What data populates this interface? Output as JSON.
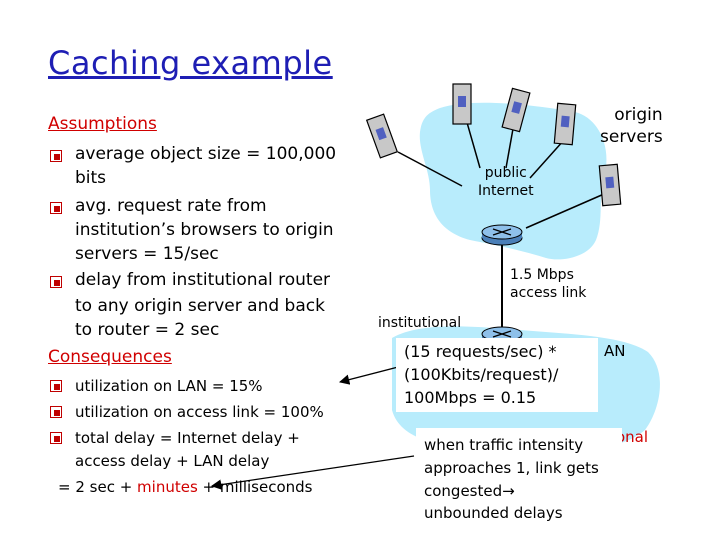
{
  "title": "Caching example",
  "assumptions": {
    "header": "Assumptions",
    "items": [
      [
        "average object size = 100,000",
        "bits"
      ],
      [
        "avg. request rate from",
        "institution’s browsers to origin",
        "servers = 15/sec"
      ],
      [
        "delay from institutional router",
        "to any origin server and back",
        "to router  = 2 sec"
      ]
    ]
  },
  "consequences": {
    "header": "Consequences",
    "items": [
      [
        "utilization on LAN = 15%"
      ],
      [
        "utilization on access link = 100%"
      ],
      [
        "total delay   = Internet delay +",
        "access delay + LAN delay"
      ]
    ],
    "final_prefix": "=  2 sec + ",
    "final_minutes": "minutes",
    "final_suffix": " + milliseconds"
  },
  "diagram": {
    "origin_servers": "origin\nservers",
    "public_internet": "public\nInternet",
    "access_link": "1.5 Mbps\naccess link",
    "institutional": "institutional",
    "lan_partial": "AN",
    "onal_partial": "onal"
  },
  "callout_lan": [
    "(15 requests/sec) *",
    "(100Kbits/request)/",
    "100Mbps = 0.15"
  ],
  "callout_congestion": [
    "when traffic intensity",
    "approaches 1, link gets",
    "congested",
    "unbounded delays"
  ],
  "colors": {
    "title": "#1e1eb4",
    "accent_red": "#d00000",
    "cloud": "#b8ecfc"
  }
}
